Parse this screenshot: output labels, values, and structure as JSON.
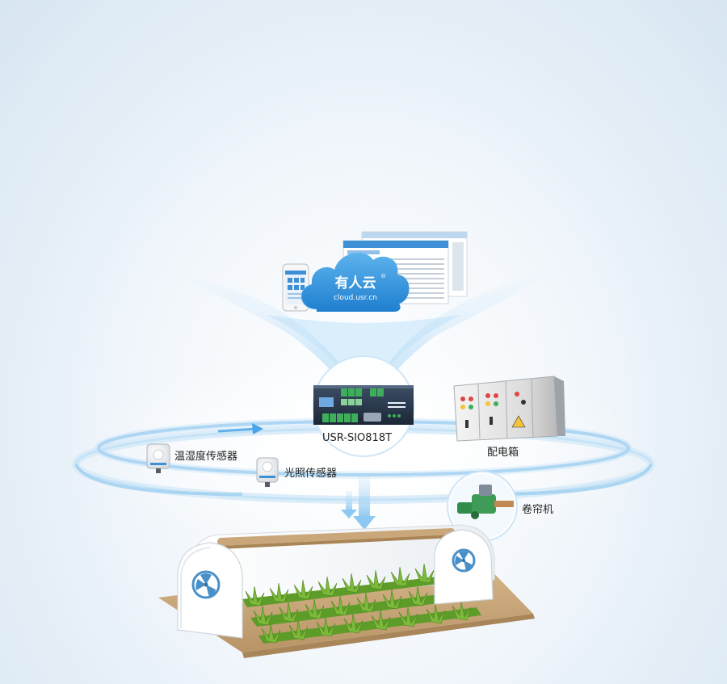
{
  "cloud": {
    "brand_name": "有人云",
    "registered_mark": "®",
    "url": "cloud.usr.cn"
  },
  "devices": {
    "gateway": "USR-SIO818T",
    "distribution_box": "配电箱",
    "temp_humidity_sensor": "温湿度传感器",
    "light_sensor": "光照传感器",
    "curtain_motor": "卷帘机"
  },
  "colors": {
    "cloud_blue": "#2f8fd8",
    "ring_blue": "#8cc3ec",
    "beam_blue": "#9fd0f4",
    "device_bg": "#22344a",
    "terminal_green": "#3fae5a",
    "soil": "#c9a77a",
    "plant_green": "#5e9c2a",
    "fan_blue": "#4a90c8"
  },
  "icons": {
    "cloud": "cloud-icon",
    "phone": "mobile-app-icon",
    "dashboard": "web-dashboard-icon",
    "gateway": "io-controller-icon",
    "cabinet": "electrical-cabinet-icon",
    "temp_sensor": "thermo-hygrometer-icon",
    "light_sensor": "light-sensor-icon",
    "motor": "curtain-motor-icon",
    "greenhouse": "greenhouse-icon",
    "fan": "fan-icon"
  }
}
